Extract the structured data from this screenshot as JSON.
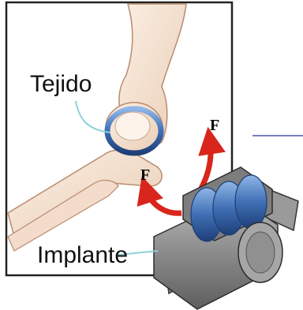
{
  "labels": {
    "tissue": "Tejido",
    "implant": "Implante",
    "force_top": "F",
    "force_left": "F"
  },
  "colors": {
    "frame": "#222222",
    "bone_fill": "#f7e6d6",
    "bone_stroke": "#b98b6f",
    "joint_blue": "#5a86c4",
    "force_arrow": "#d9261c",
    "implant_grey": "#8c8c8c",
    "implant_dark": "#4a4a4a",
    "accent_line": "#7b7fc4",
    "leader_line": "#8fd0d8"
  },
  "icons": {
    "elbow": "elbow-joint-illustration",
    "implant": "implant-device-illustration",
    "arrow": "curved-force-arrow"
  }
}
